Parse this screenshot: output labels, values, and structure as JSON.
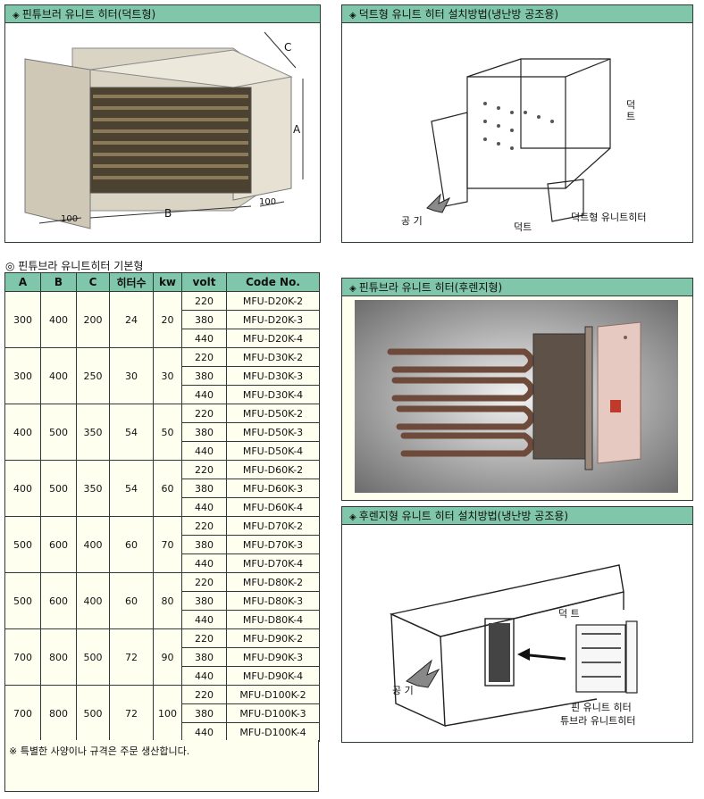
{
  "panels": {
    "duct_heater": {
      "title": "핀튜브러 유니트 히터(덕트형)",
      "dims": {
        "c": "C",
        "a": "A",
        "b": "B",
        "w1": "100",
        "w2": "100"
      }
    },
    "duct_install": {
      "title": "덕트형 유니트 히터 설치방법(냉난방 공조용)",
      "labels": {
        "duct_top": "덕\n트",
        "air": "공 기",
        "duct": "덕트",
        "unit": "덕트형 유니트히터"
      }
    },
    "flange_heater": {
      "title": "핀튜브라 유니트 히터(후렌지형)"
    },
    "flange_install": {
      "title": "후렌지형 유니트 히터 설치방법(냉난방 공조용)",
      "labels": {
        "duct": "덕 트",
        "air": "공 기",
        "fin1": "핀 유니트 히터",
        "fin2": "튜브라 유니트히터"
      }
    }
  },
  "spec": {
    "title": "◎ 핀튜브라 유니트히터 기본형",
    "headers": [
      "A",
      "B",
      "C",
      "히터수",
      "kw",
      "volt",
      "Code No."
    ],
    "groups": [
      {
        "a": "300",
        "b": "400",
        "c": "200",
        "n": "24",
        "kw": "20",
        "rows": [
          [
            "220",
            "MFU-D20K-2"
          ],
          [
            "380",
            "MFU-D20K-3"
          ],
          [
            "440",
            "MFU-D20K-4"
          ]
        ]
      },
      {
        "a": "300",
        "b": "400",
        "c": "250",
        "n": "30",
        "kw": "30",
        "rows": [
          [
            "220",
            "MFU-D30K-2"
          ],
          [
            "380",
            "MFU-D30K-3"
          ],
          [
            "440",
            "MFU-D30K-4"
          ]
        ]
      },
      {
        "a": "400",
        "b": "500",
        "c": "350",
        "n": "54",
        "kw": "50",
        "rows": [
          [
            "220",
            "MFU-D50K-2"
          ],
          [
            "380",
            "MFU-D50K-3"
          ],
          [
            "440",
            "MFU-D50K-4"
          ]
        ]
      },
      {
        "a": "400",
        "b": "500",
        "c": "350",
        "n": "54",
        "kw": "60",
        "rows": [
          [
            "220",
            "MFU-D60K-2"
          ],
          [
            "380",
            "MFU-D60K-3"
          ],
          [
            "440",
            "MFU-D60K-4"
          ]
        ]
      },
      {
        "a": "500",
        "b": "600",
        "c": "400",
        "n": "60",
        "kw": "70",
        "rows": [
          [
            "220",
            "MFU-D70K-2"
          ],
          [
            "380",
            "MFU-D70K-3"
          ],
          [
            "440",
            "MFU-D70K-4"
          ]
        ]
      },
      {
        "a": "500",
        "b": "600",
        "c": "400",
        "n": "60",
        "kw": "80",
        "rows": [
          [
            "220",
            "MFU-D80K-2"
          ],
          [
            "380",
            "MFU-D80K-3"
          ],
          [
            "440",
            "MFU-D80K-4"
          ]
        ]
      },
      {
        "a": "700",
        "b": "800",
        "c": "500",
        "n": "72",
        "kw": "90",
        "rows": [
          [
            "220",
            "MFU-D90K-2"
          ],
          [
            "380",
            "MFU-D90K-3"
          ],
          [
            "440",
            "MFU-D90K-4"
          ]
        ]
      },
      {
        "a": "700",
        "b": "800",
        "c": "500",
        "n": "72",
        "kw": "100",
        "rows": [
          [
            "220",
            "MFU-D100K-2"
          ],
          [
            "380",
            "MFU-D100K-3"
          ],
          [
            "440",
            "MFU-D100K-4"
          ]
        ]
      }
    ],
    "note": "※ 특별한 사양이나 규격은 주문 생산합니다."
  }
}
